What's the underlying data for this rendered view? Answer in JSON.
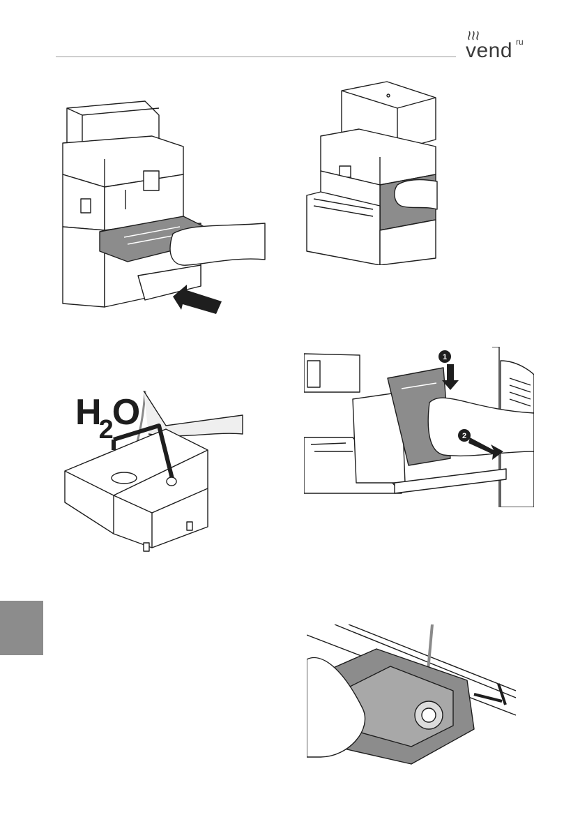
{
  "header": {
    "brand_name": "vend",
    "brand_suffix": "ru"
  },
  "figures": {
    "fill_tank": {
      "label_main_left": "H",
      "label_sub": "2",
      "label_main_right": "O"
    },
    "brew_unit_removal": {
      "step_1": "1",
      "step_2": "2"
    }
  },
  "colors": {
    "line": "#1e1e1e",
    "fill_gray": "#8c8c8c",
    "tab_gray": "#8c8c8c",
    "rule": "#9a9a9a"
  }
}
